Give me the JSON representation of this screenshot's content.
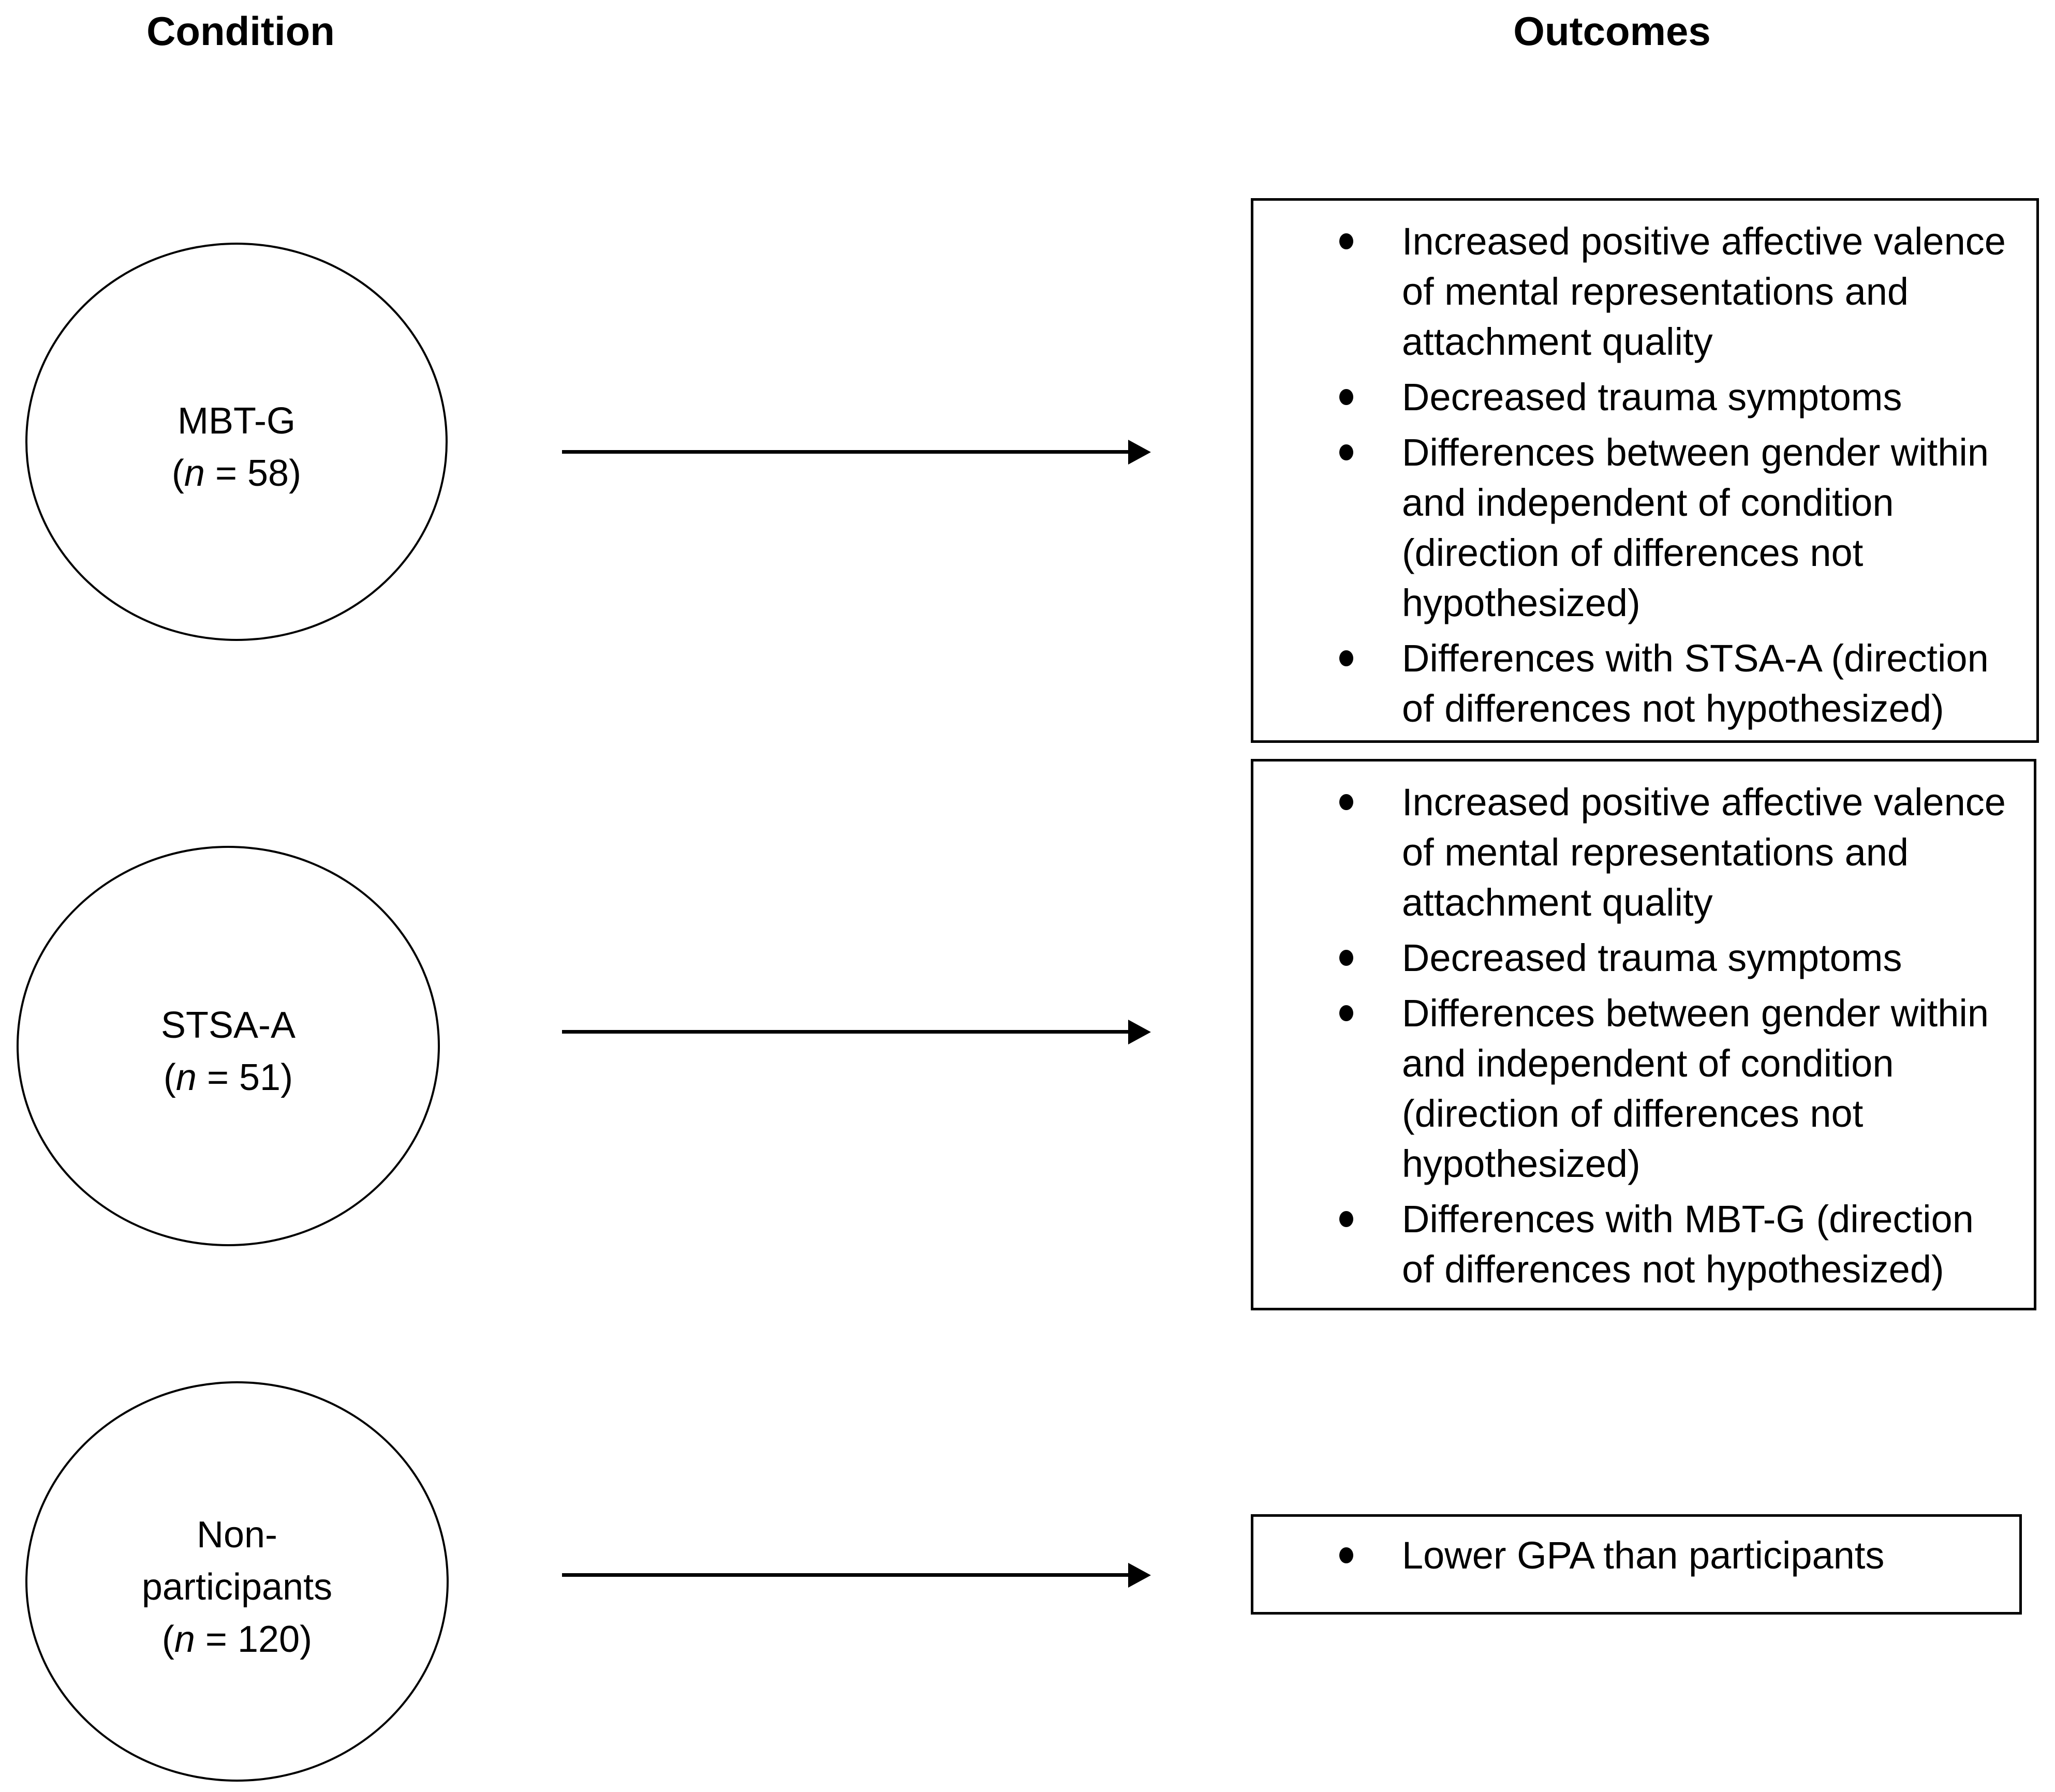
{
  "page": {
    "background_color": "#ffffff",
    "ink_color": "#000000"
  },
  "headers": {
    "condition": "Condition",
    "outcomes": "Outcomes"
  },
  "conditions": [
    {
      "name": "MBT-G",
      "n": 58,
      "sample": {
        "open": "(",
        "symbol": "n",
        "rest": " = 58)"
      }
    },
    {
      "name": "STSA-A",
      "n": 51,
      "sample": {
        "open": "(",
        "symbol": "n",
        "rest": " = 51)"
      }
    },
    {
      "name": "Non-\nparticipants",
      "n": 120,
      "sample": {
        "open": "(",
        "symbol": "n",
        "rest": " = 120)"
      }
    }
  ],
  "outcome_boxes": [
    {
      "for_condition": "MBT-G",
      "bullets": [
        "Increased positive affective valence\nof mental representations and\nattachment quality",
        "Decreased trauma symptoms",
        "Differences between gender within\nand independent of condition\n(direction of differences not\nhypothesized)",
        "Differences with STSA-A (direction\nof differences not hypothesized)"
      ]
    },
    {
      "for_condition": "STSA-A",
      "bullets": [
        "Increased positive affective valence\nof mental representations and\nattachment quality",
        "Decreased trauma symptoms",
        "Differences between gender within\nand independent of condition\n(direction of differences not\nhypothesized)",
        "Differences with MBT-G (direction\nof differences not hypothesized)"
      ]
    },
    {
      "for_condition": "Non-participants",
      "bullets": [
        "Lower GPA than participants"
      ]
    }
  ]
}
